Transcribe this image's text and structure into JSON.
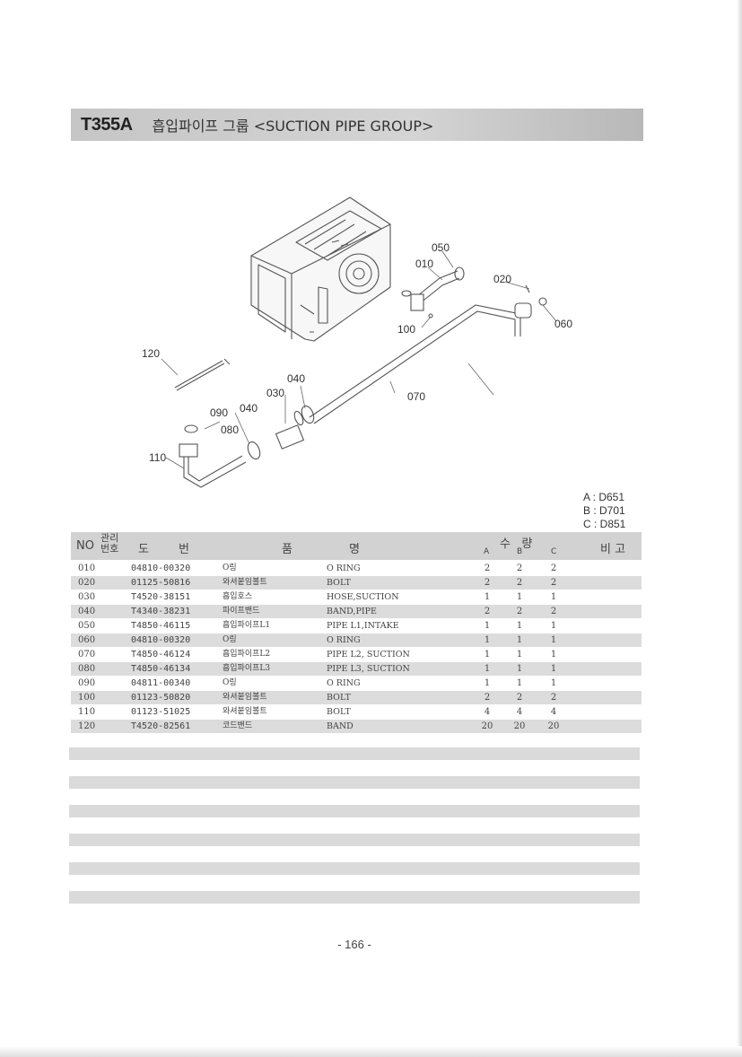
{
  "title": {
    "code": "T355A",
    "text": "흡입파이프 그룹 <SUCTION PIPE GROUP>"
  },
  "diagram_labels": [
    "050",
    "010",
    "020",
    "060",
    "100",
    "120",
    "040",
    "030",
    "070",
    "090",
    "040",
    "080",
    "110"
  ],
  "models": [
    "A : D651",
    "B : D701",
    "C : D851"
  ],
  "table": {
    "headers": {
      "no": "NO",
      "mgmt": "관리\n번호",
      "part_no_1": "도",
      "part_no_2": "번",
      "name_1": "품",
      "name_2": "명",
      "qty": "수   량",
      "qty_a": "A",
      "qty_b": "B",
      "qty_c": "C",
      "remarks": "비 고"
    },
    "rows": [
      {
        "no": "010",
        "part_no": "04810-00320",
        "name_ko": "O링",
        "name_en": "O RING",
        "a": "2",
        "b": "2",
        "c": "2"
      },
      {
        "no": "020",
        "part_no": "01125-50816",
        "name_ko": "와셔붙임볼트",
        "name_en": "BOLT",
        "a": "2",
        "b": "2",
        "c": "2"
      },
      {
        "no": "030",
        "part_no": "T4520-38151",
        "name_ko": "흡입호스",
        "name_en": "HOSE,SUCTION",
        "a": "1",
        "b": "1",
        "c": "1"
      },
      {
        "no": "040",
        "part_no": "T4340-38231",
        "name_ko": "파이프밴드",
        "name_en": "BAND,PIPE",
        "a": "2",
        "b": "2",
        "c": "2"
      },
      {
        "no": "050",
        "part_no": "T4850-46115",
        "name_ko": "흡입파이프L1",
        "name_en": "PIPE L1,INTAKE",
        "a": "1",
        "b": "1",
        "c": "1"
      },
      {
        "no": "060",
        "part_no": "04810-00320",
        "name_ko": "O링",
        "name_en": "O RING",
        "a": "1",
        "b": "1",
        "c": "1"
      },
      {
        "no": "070",
        "part_no": "T4850-46124",
        "name_ko": "흡입파이프L2",
        "name_en": "PIPE L2, SUCTION",
        "a": "1",
        "b": "1",
        "c": "1"
      },
      {
        "no": "080",
        "part_no": "T4850-46134",
        "name_ko": "흡입파이프L3",
        "name_en": "PIPE L3, SUCTION",
        "a": "1",
        "b": "1",
        "c": "1"
      },
      {
        "no": "090",
        "part_no": "04811-00340",
        "name_ko": "O링",
        "name_en": "O RING",
        "a": "1",
        "b": "1",
        "c": "1"
      },
      {
        "no": "100",
        "part_no": "01123-50820",
        "name_ko": "와셔붙임볼트",
        "name_en": "BOLT",
        "a": "2",
        "b": "2",
        "c": "2"
      },
      {
        "no": "110",
        "part_no": "01123-51025",
        "name_ko": "와셔붙임볼트",
        "name_en": "BOLT",
        "a": "4",
        "b": "4",
        "c": "4"
      },
      {
        "no": "120",
        "part_no": "T4520-82561",
        "name_ko": "코드밴드",
        "name_en": "BAND",
        "a": "20",
        "b": "20",
        "c": "20"
      }
    ]
  },
  "page_number": "- 166 -"
}
